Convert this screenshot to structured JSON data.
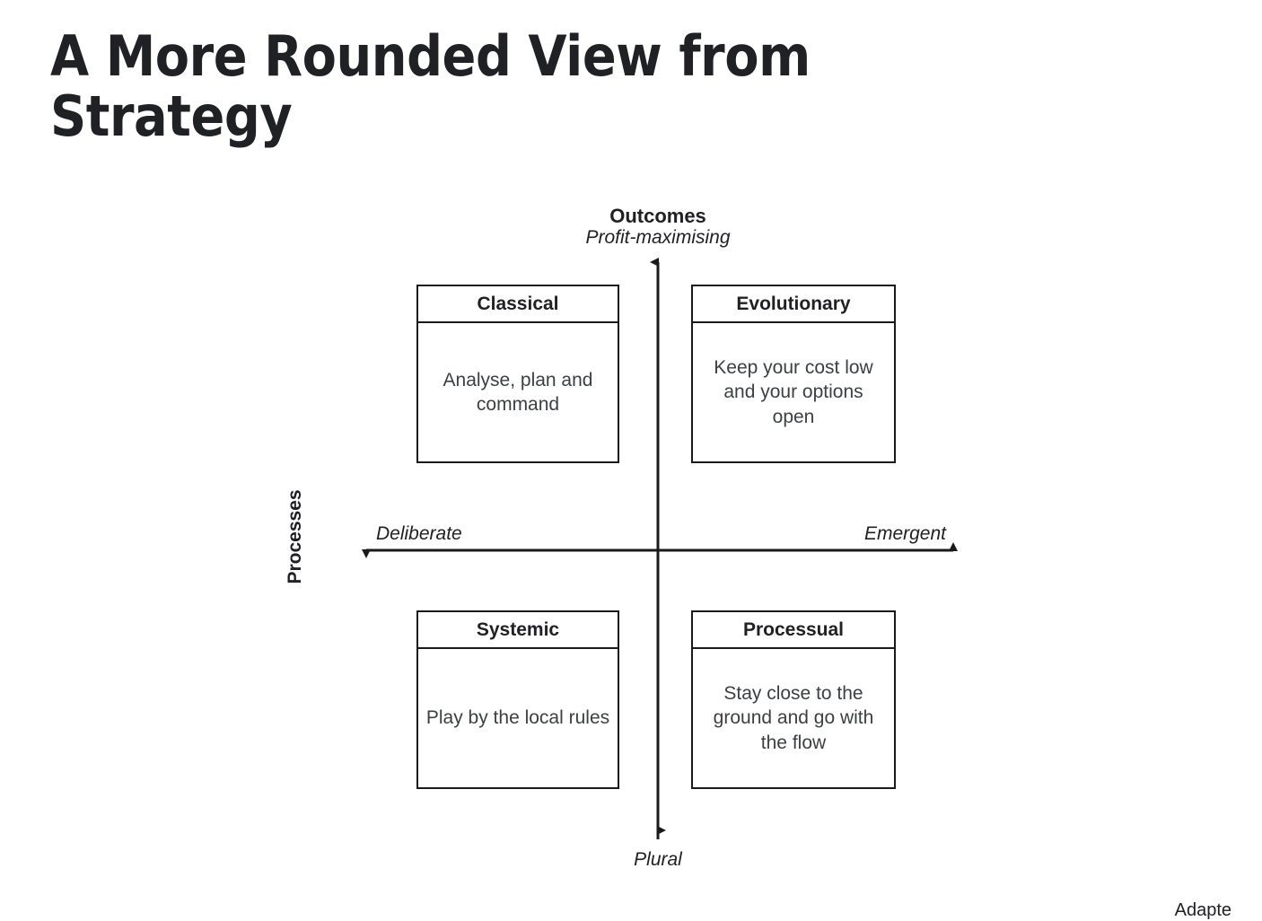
{
  "slide": {
    "title": "A More Rounded View from\nStrategy",
    "footer_credit": "Adapte"
  },
  "axes": {
    "vertical": {
      "name": "Outcomes",
      "top_label": "Profit-maximising",
      "bottom_label": "Plural"
    },
    "horizontal": {
      "name": "Processes",
      "left_label": "Deliberate",
      "right_label": "Emergent"
    }
  },
  "quadrants": [
    {
      "id": "classical",
      "title": "Classical",
      "description": "Analyse, plan and\ncommand",
      "position": "top-left"
    },
    {
      "id": "evolutionary",
      "title": "Evolutionary",
      "description": "Keep your cost low\nand your options\nopen",
      "position": "top-right"
    },
    {
      "id": "systemic",
      "title": "Systemic",
      "description": "Play by the local rules",
      "position": "bottom-left"
    },
    {
      "id": "processual",
      "title": "Processual",
      "description": "Stay close to the\nground and go with\nthe flow",
      "position": "bottom-right"
    }
  ],
  "colors": {
    "background": "#ffffff",
    "text": "#202124",
    "body_text": "#3c4043",
    "stroke": "#1a1a1a"
  }
}
